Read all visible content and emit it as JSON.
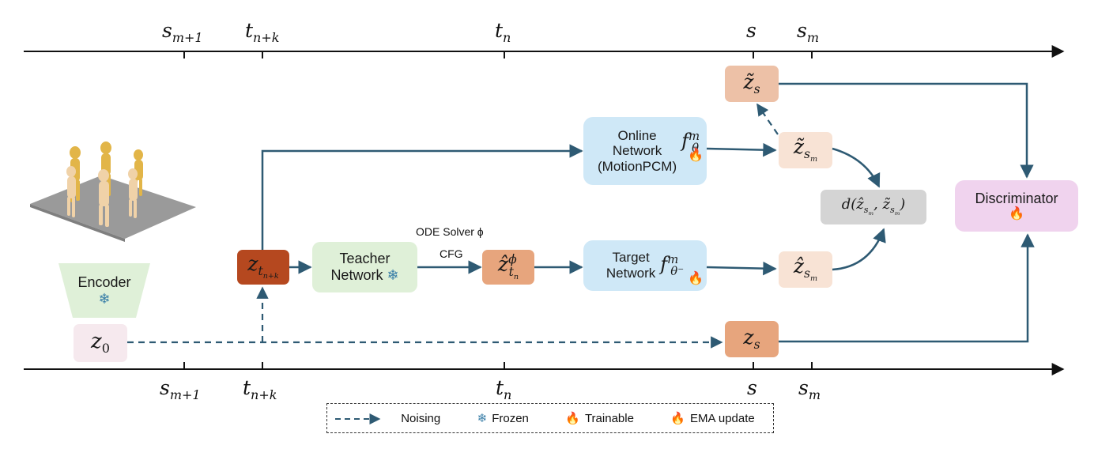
{
  "timeline_top": {
    "ticks": [
      {
        "id": "s_m1",
        "base": "s",
        "sub": "m+1"
      },
      {
        "id": "t_nk",
        "base": "t",
        "sub": "n+k"
      },
      {
        "id": "t_n",
        "base": "t",
        "sub": "n"
      },
      {
        "id": "s",
        "base": "s",
        "sub": ""
      },
      {
        "id": "s_m",
        "base": "s",
        "sub": "m"
      }
    ]
  },
  "timeline_bottom": {
    "ticks": [
      {
        "id": "s_m1",
        "base": "s",
        "sub": "m+1"
      },
      {
        "id": "t_nk",
        "base": "t",
        "sub": "n+k"
      },
      {
        "id": "t_n",
        "base": "t",
        "sub": "n"
      },
      {
        "id": "s",
        "base": "s",
        "sub": ""
      },
      {
        "id": "s_m",
        "base": "s",
        "sub": "m"
      }
    ]
  },
  "nodes": {
    "encoder": {
      "label": "Encoder",
      "icon": "snowflake-icon"
    },
    "z0": {
      "base": "z",
      "sub": "0"
    },
    "z_tnk": {
      "base": "z",
      "sub": "t",
      "subsub": "n+k"
    },
    "teacher": {
      "line1": "Teacher",
      "line2": "Network",
      "icon": "snowflake-icon"
    },
    "z_hat_tn": {
      "base": "ẑ",
      "sup": "ϕ",
      "sub": "t",
      "subsub": "n"
    },
    "online": {
      "line1": "Online",
      "line2": "Network",
      "line3": "(MotionPCM)",
      "fn": "f",
      "sup": "m",
      "sub": "θ",
      "icon": "fire-icon"
    },
    "target": {
      "line1": "Target",
      "line2": "Network",
      "fn": "f",
      "sup": "m",
      "sub": "θ⁻",
      "icon": "fire-black-icon"
    },
    "z_tilde_s": {
      "base": "z̃",
      "sub": "s"
    },
    "z_tilde_sm": {
      "base": "z̃",
      "sub": "s",
      "subsub": "m"
    },
    "z_hat_sm": {
      "base": "ẑ",
      "sub": "s",
      "subsub": "m"
    },
    "z_s": {
      "base": "z",
      "sub": "s"
    },
    "distance": {
      "text": "d(ẑ",
      "mid": ", z̃",
      "end": ")"
    },
    "discriminator": {
      "label": "Discriminator",
      "icon": "fire-icon"
    }
  },
  "edge_labels": {
    "ode_solver": "ODE Solver ϕ",
    "cfg": "CFG"
  },
  "legend": {
    "noising": "Noising",
    "frozen": "Frozen",
    "trainable": "Trainable",
    "ema": "EMA update"
  },
  "colors": {
    "arrow": "#2e5a73",
    "blue_box": "#cfe8f7",
    "green_box": "#dff0d8",
    "dark_orange": "#b5481f",
    "orange": "#e7a57d",
    "light_orange": "#f8e3d5",
    "z_tilde_s_fill": "#edc1a7",
    "grey": "#d4d4d4",
    "pink": "#f0d3ee",
    "z0_fill": "#f6e9ee"
  }
}
